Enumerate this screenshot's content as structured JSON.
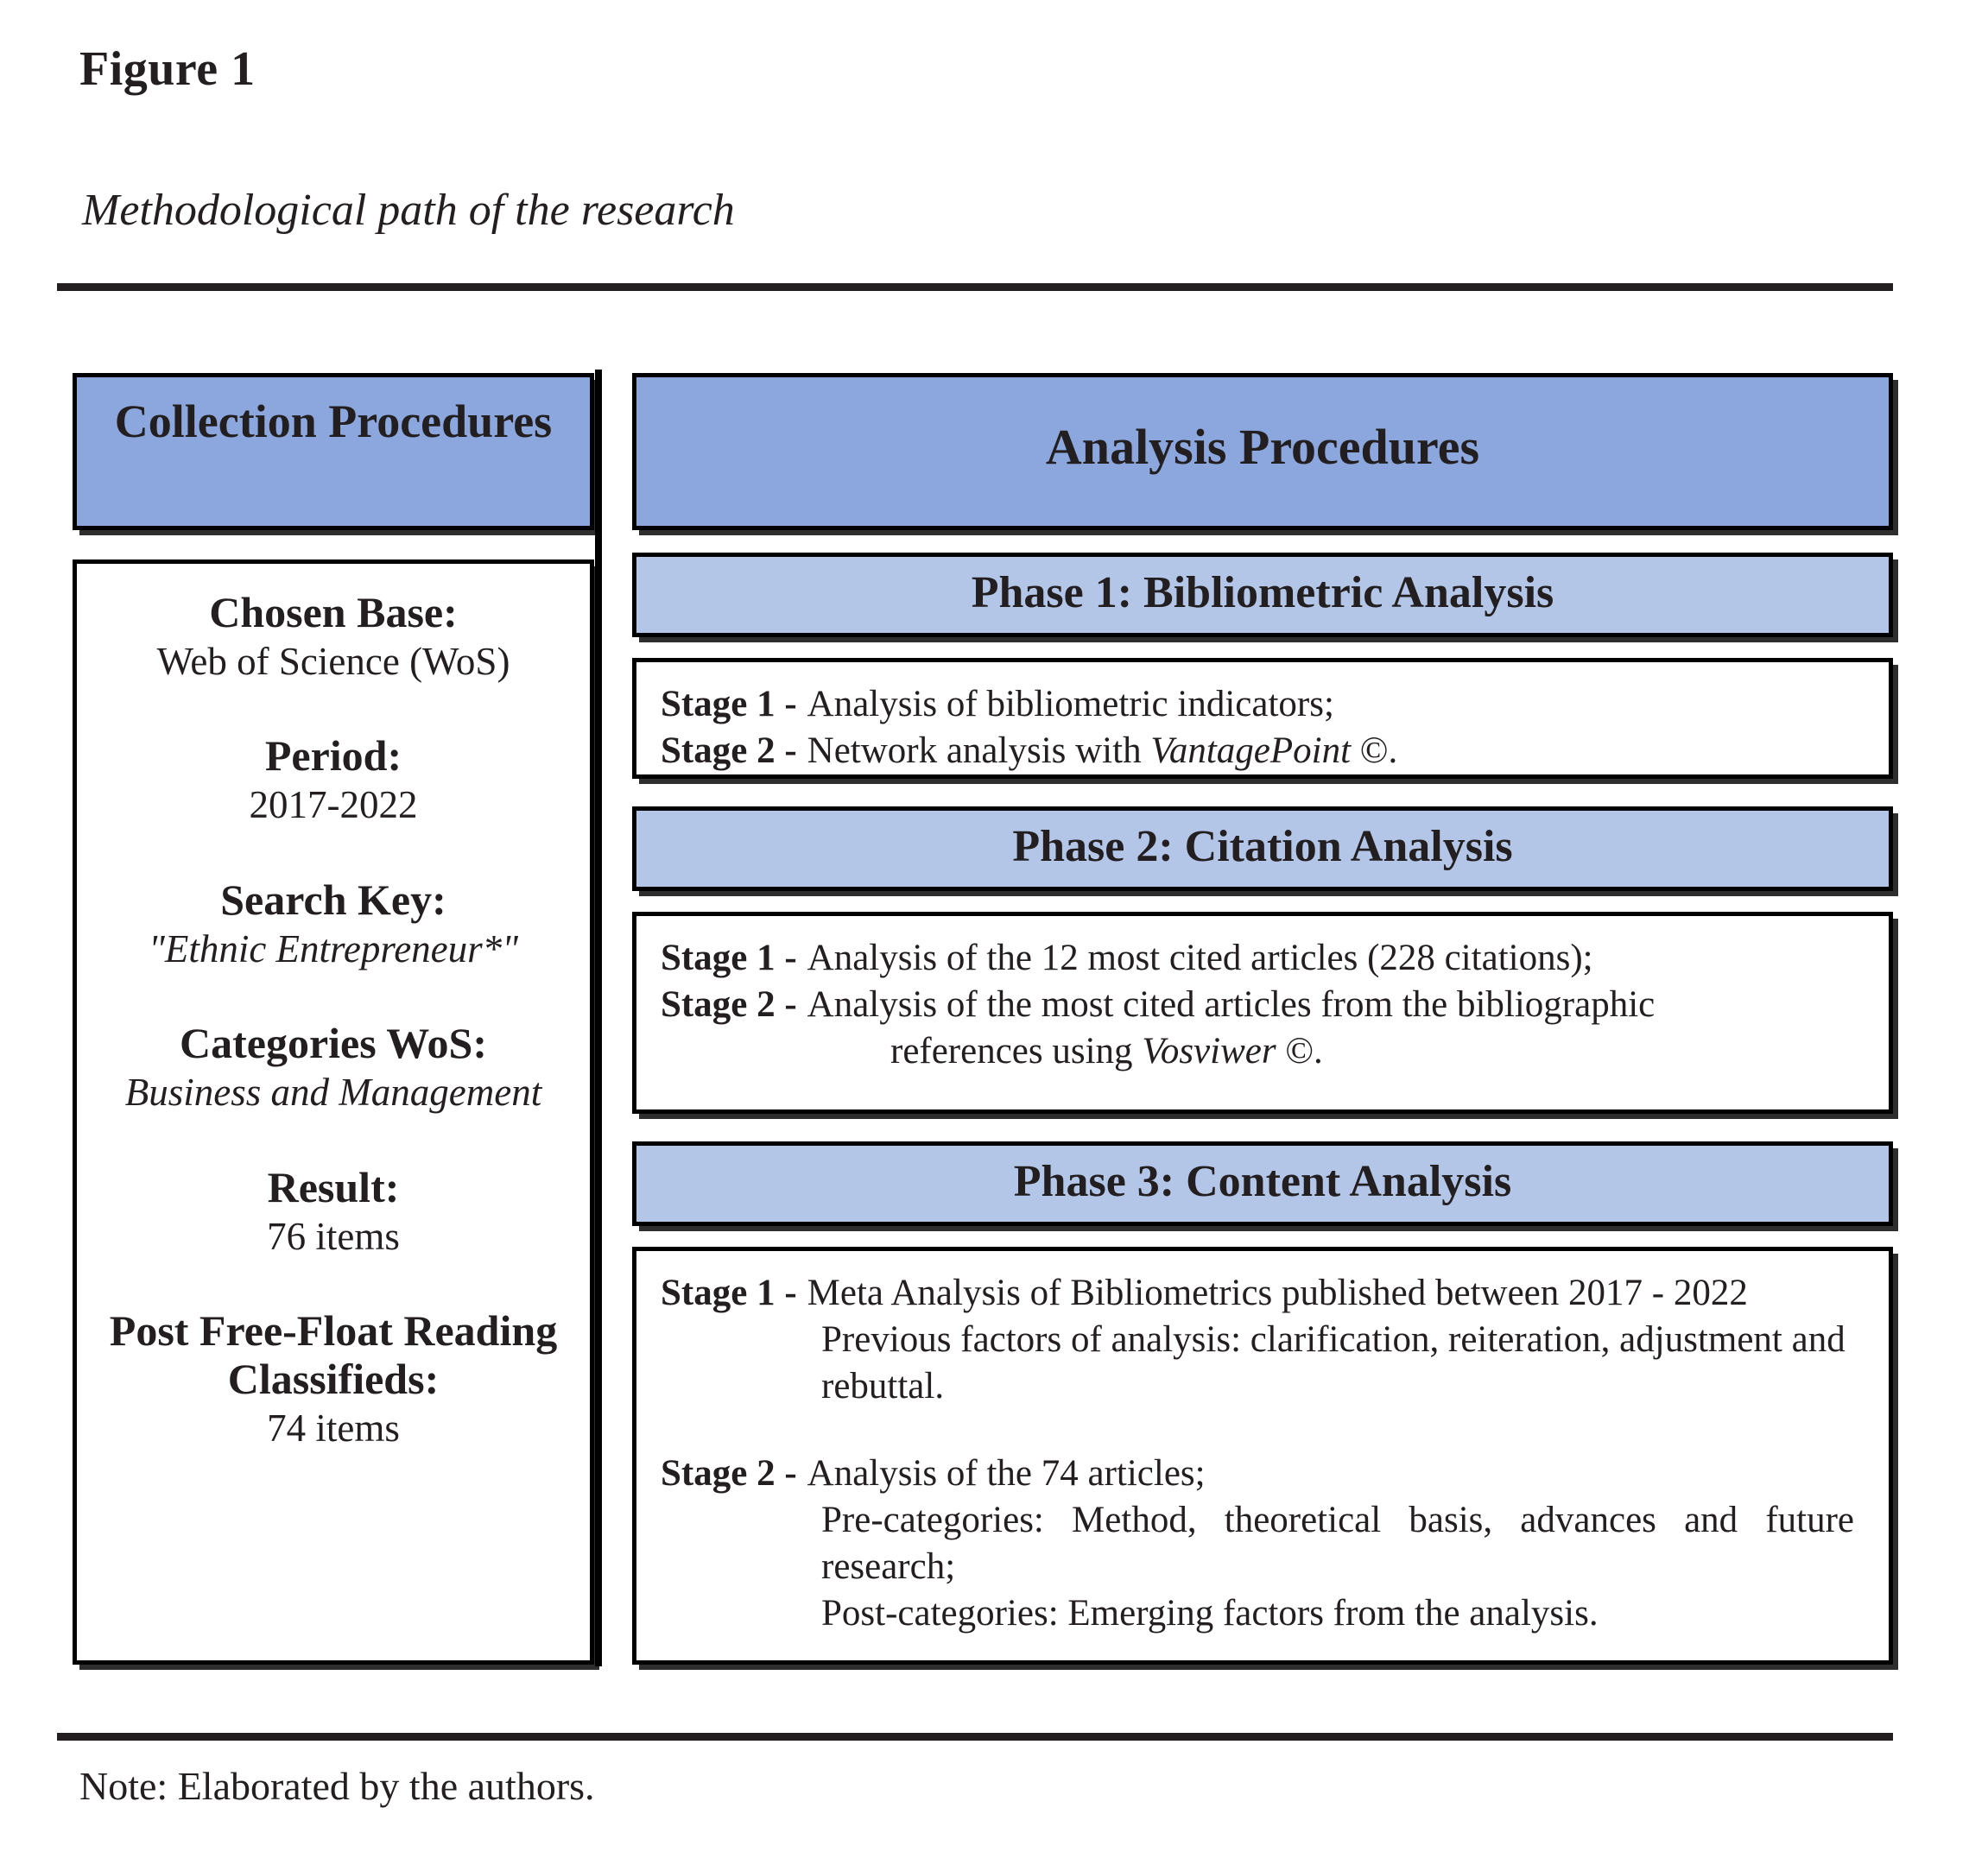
{
  "figure": {
    "label": "Figure 1",
    "title": "Methodological path of the research",
    "note": "Note: Elaborated by the authors."
  },
  "colors": {
    "blue_dark": "#8BA7DD",
    "blue_light": "#B3C6E8",
    "border": "#000000",
    "text": "#231F20"
  },
  "collection": {
    "header": "Collection Procedures",
    "fields": [
      {
        "label": "Chosen Base:",
        "value": "Web of Science (WoS)",
        "italic": false
      },
      {
        "label": "Period:",
        "value": "2017-2022",
        "italic": false
      },
      {
        "label": "Search Key:",
        "value": "\"Ethnic Entrepreneur*\"",
        "italic": true
      },
      {
        "label": "Categories WoS:",
        "value": "Business and Management",
        "italic": true
      },
      {
        "label": "Result:",
        "value": "76 items",
        "italic": false
      },
      {
        "label": "Post Free-Float Reading Classifieds:",
        "value": "74 items",
        "italic": false
      }
    ]
  },
  "analysis": {
    "header": "Analysis Procedures",
    "phases": [
      {
        "header": "Phase 1: Bibliometric Analysis",
        "stages": [
          {
            "tag": "Stage 1 -",
            "text": "Analysis of bibliometric indicators;"
          },
          {
            "tag": "Stage 2 -",
            "text": "Network analysis with ",
            "italic_tail": "VantagePoint",
            "tail": " ©."
          }
        ]
      },
      {
        "header": "Phase 2: Citation Analysis",
        "stages": [
          {
            "tag": "Stage 1 -",
            "text": "Analysis of the 12 most cited articles (228 citations);"
          },
          {
            "tag": "Stage 2 -",
            "text": "Analysis of the most cited articles from the bibliographic"
          }
        ],
        "continuation": {
          "text": "references using ",
          "italic_tail": "Vosviwer",
          "tail": " ©."
        }
      },
      {
        "header": "Phase 3: Content Analysis",
        "stage1": {
          "tag": "Stage 1 -",
          "text": "Meta Analysis of Bibliometrics published between 2017 - 2022",
          "continuation": "Previous factors of analysis: clarification, reiteration, adjustment and rebuttal."
        },
        "stage2": {
          "tag": "Stage 2 -",
          "text": "Analysis of the 74 articles;",
          "continuation_1": "Pre-categories: Method, theoretical basis, advances and future research;",
          "continuation_2": "Post-categories: Emerging factors from the analysis."
        }
      }
    ]
  }
}
